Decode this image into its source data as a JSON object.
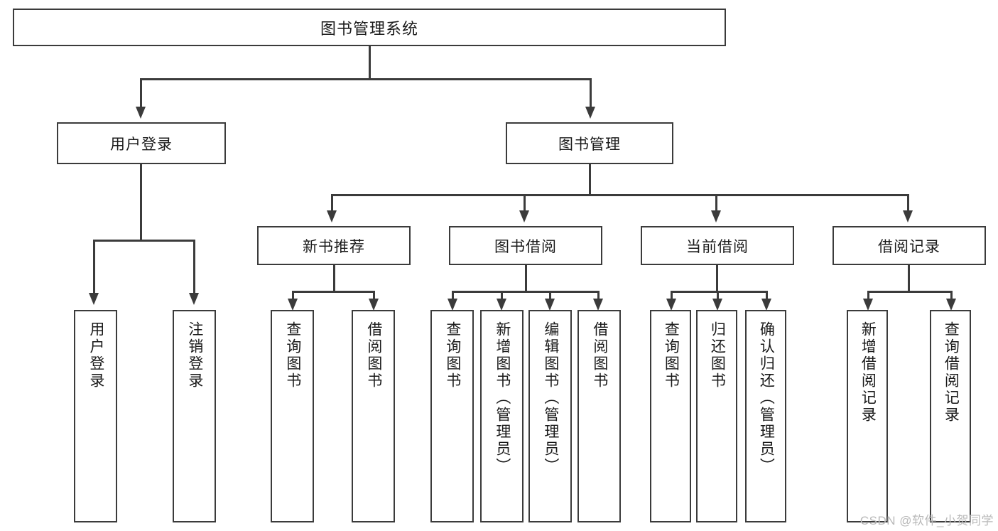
{
  "diagram": {
    "type": "tree",
    "title": "图书管理系统",
    "root": {
      "label": "图书管理系统"
    },
    "level1": [
      {
        "label": "用户登录"
      },
      {
        "label": "图书管理"
      }
    ],
    "level2": [
      {
        "label": "新书推荐"
      },
      {
        "label": "图书借阅"
      },
      {
        "label": "当前借阅"
      },
      {
        "label": "借阅记录"
      }
    ],
    "leaves": {
      "user_login": [
        {
          "label": "用户登录"
        },
        {
          "label": "注销登录"
        }
      ],
      "new_book_recommend": [
        {
          "label": "查询图书"
        },
        {
          "label": "借阅图书"
        }
      ],
      "book_borrow": [
        {
          "label": "查询图书"
        },
        {
          "label": "新增图书（管理员）"
        },
        {
          "label": "编辑图书（管理员）"
        },
        {
          "label": "借阅图书"
        }
      ],
      "current_borrow": [
        {
          "label": "查询图书"
        },
        {
          "label": "归还图书"
        },
        {
          "label": "确认归还（管理员）"
        }
      ],
      "borrow_record": [
        {
          "label": "新增借阅记录"
        },
        {
          "label": "查询借阅记录"
        }
      ]
    }
  },
  "watermark": {
    "text": "CSDN @软件_小贺同学"
  },
  "colors": {
    "stroke": "#3b3b3b",
    "fill": "#ffffff",
    "text": "#1a1a1a",
    "watermark": "#b9b9b9"
  }
}
